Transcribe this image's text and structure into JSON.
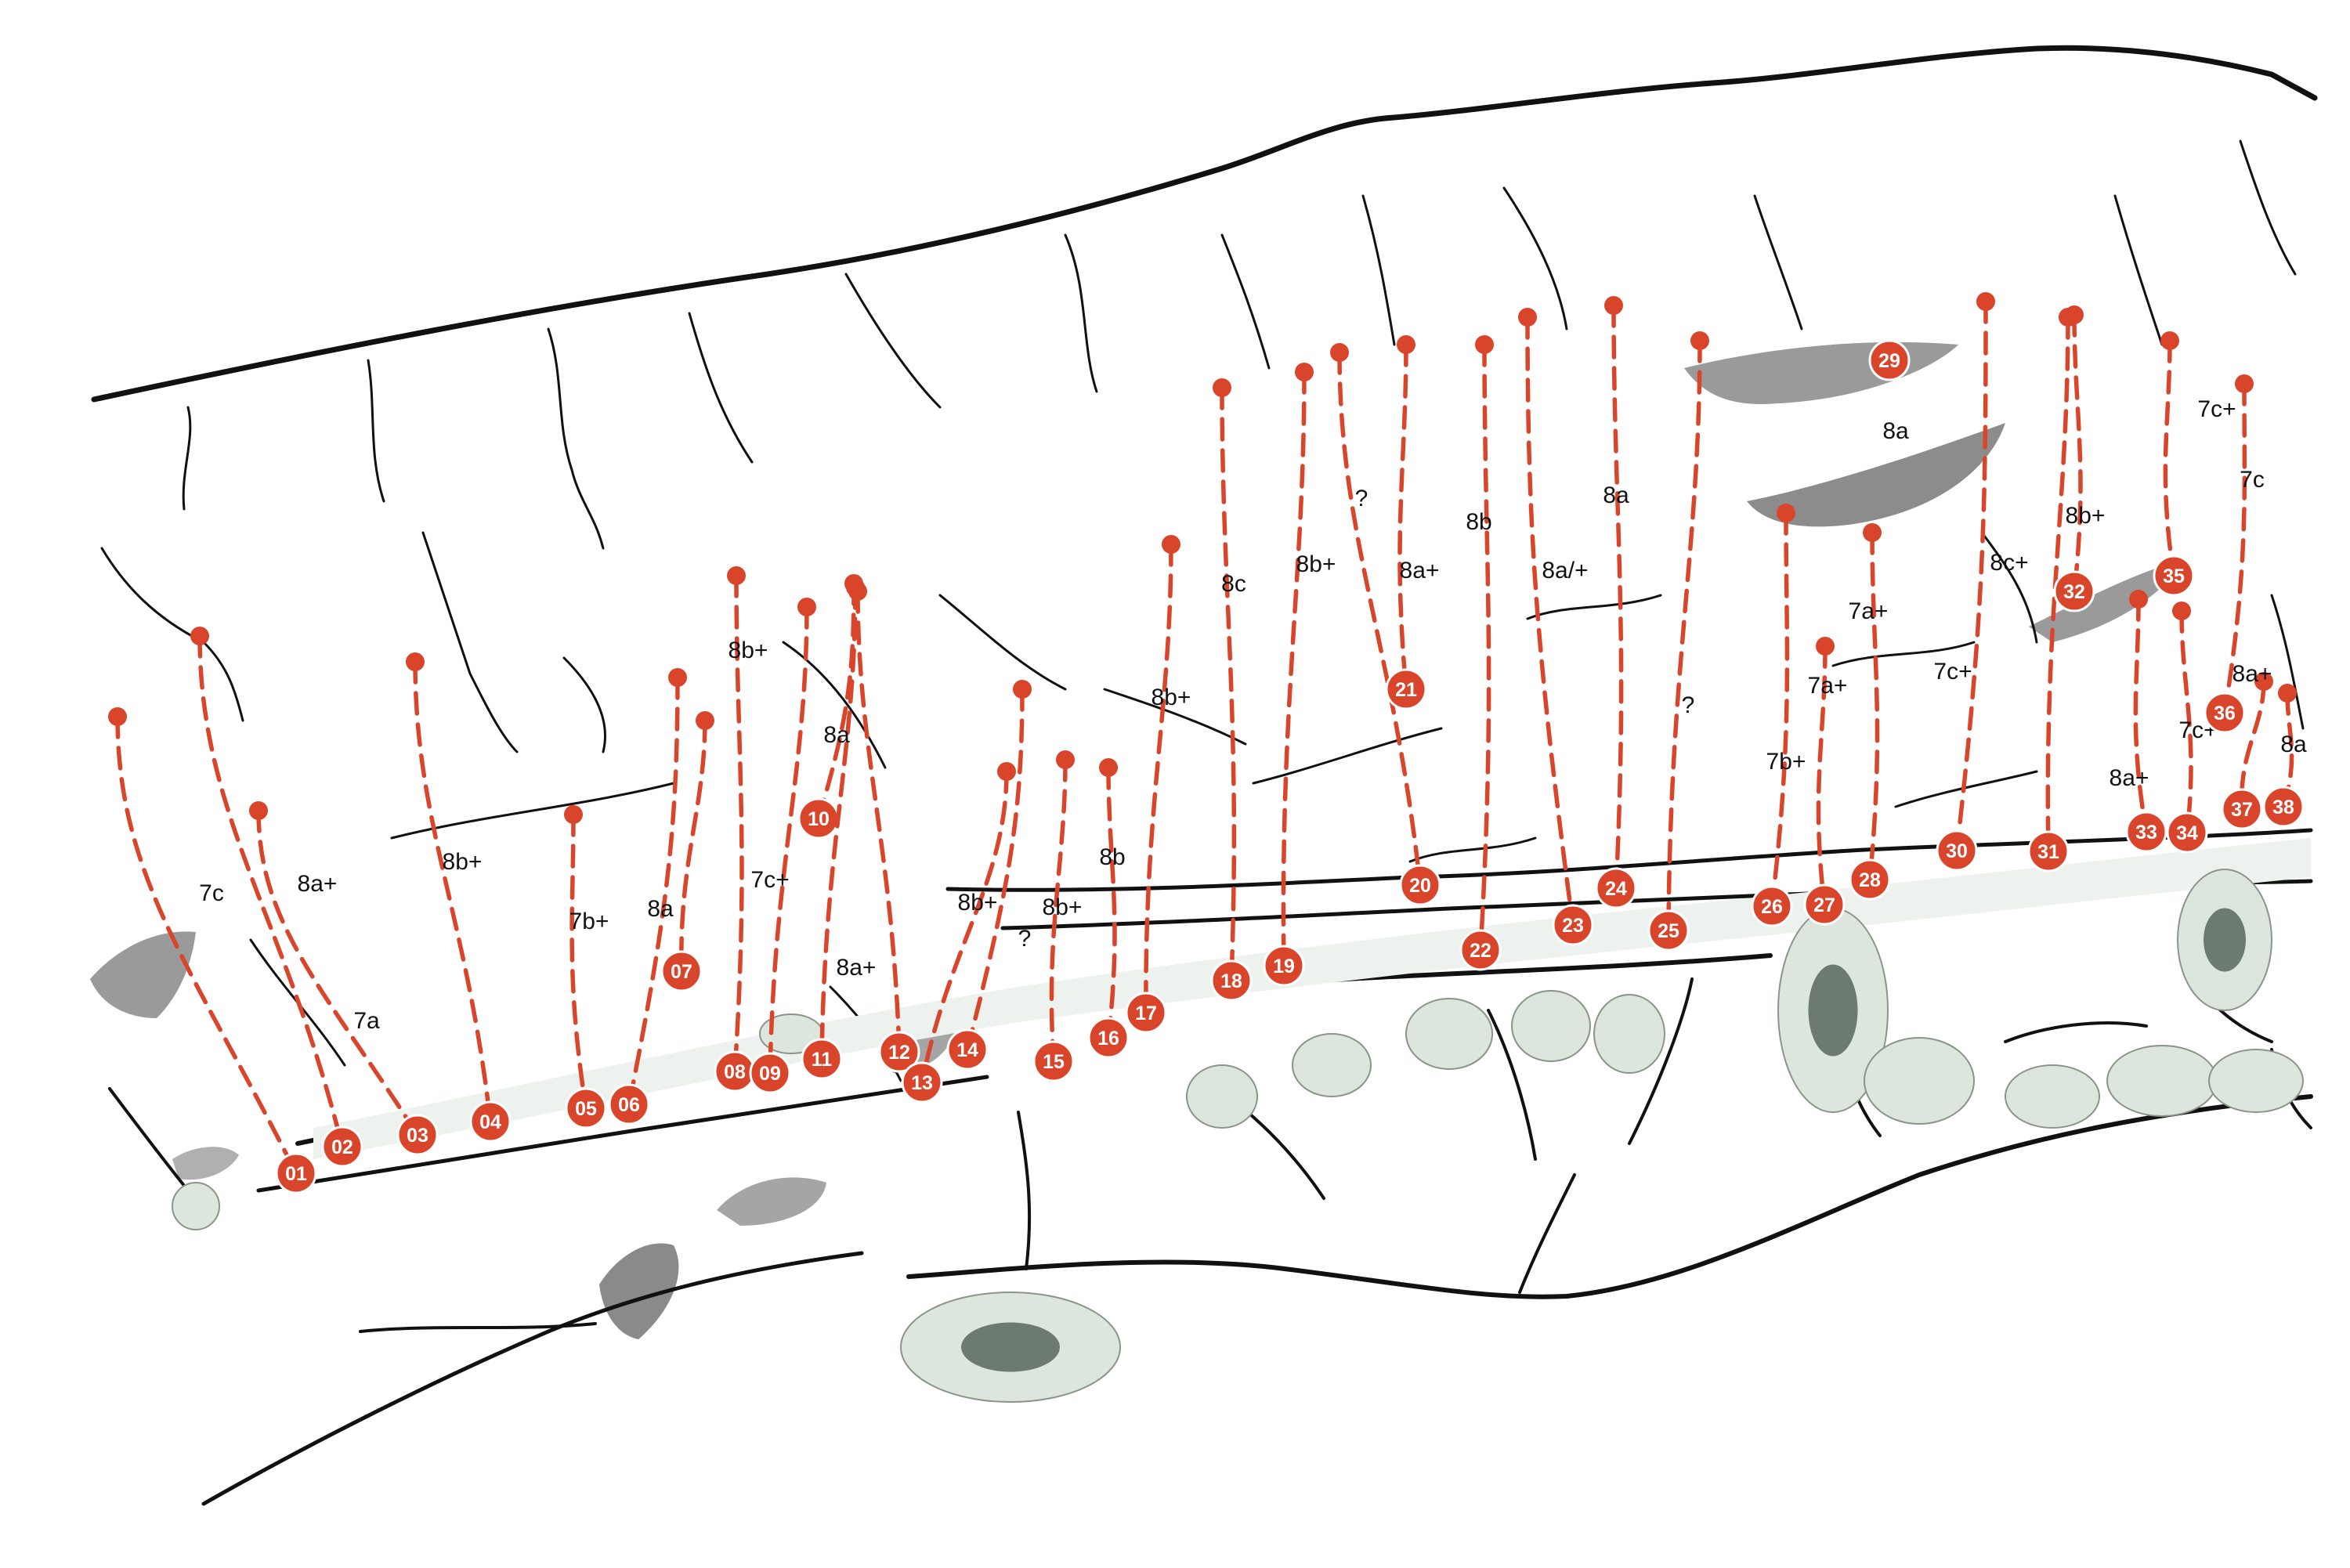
{
  "colors": {
    "route": "#d9452b",
    "lichen": "#dde6dc",
    "lichen_dark": "#6d7a70",
    "shadow": "#9a9a9a",
    "ledge": "#eef2ee"
  },
  "routes": [
    {
      "num": "01",
      "grade": "7c"
    },
    {
      "num": "02",
      "grade": "8a+"
    },
    {
      "num": "03",
      "grade": "7a"
    },
    {
      "num": "04",
      "grade": "8b+"
    },
    {
      "num": "05",
      "grade": "7b+"
    },
    {
      "num": "06",
      "grade": "8a"
    },
    {
      "num": "07",
      "grade": ""
    },
    {
      "num": "08",
      "grade": "8b+"
    },
    {
      "num": "09",
      "grade": "7c+"
    },
    {
      "num": "10",
      "grade": ""
    },
    {
      "num": "11",
      "grade": "8a"
    },
    {
      "num": "12",
      "grade": "8a+"
    },
    {
      "num": "13",
      "grade": "8b+"
    },
    {
      "num": "14",
      "grade": "?"
    },
    {
      "num": "15",
      "grade": "8b+"
    },
    {
      "num": "16",
      "grade": "8b"
    },
    {
      "num": "17",
      "grade": "8b+"
    },
    {
      "num": "18",
      "grade": "8c"
    },
    {
      "num": "19",
      "grade": "8b+"
    },
    {
      "num": "20",
      "grade": "?"
    },
    {
      "num": "21",
      "grade": "8a+"
    },
    {
      "num": "22",
      "grade": "8b"
    },
    {
      "num": "23",
      "grade": "8a/+"
    },
    {
      "num": "24",
      "grade": "8a"
    },
    {
      "num": "25",
      "grade": "?"
    },
    {
      "num": "26",
      "grade": "7b+"
    },
    {
      "num": "27",
      "grade": "7a+"
    },
    {
      "num": "28",
      "grade": "7a+"
    },
    {
      "num": "29",
      "grade": "8a"
    },
    {
      "num": "30",
      "grade": "7c+"
    },
    {
      "num": "31",
      "grade": "8c+"
    },
    {
      "num": "32",
      "grade": "8b+"
    },
    {
      "num": "33",
      "grade": "8a+"
    },
    {
      "num": "34",
      "grade": "7c+"
    },
    {
      "num": "35",
      "grade": "7c+"
    },
    {
      "num": "36",
      "grade": "7c"
    },
    {
      "num": "37",
      "grade": "8a+"
    },
    {
      "num": "38",
      "grade": "8a"
    }
  ]
}
